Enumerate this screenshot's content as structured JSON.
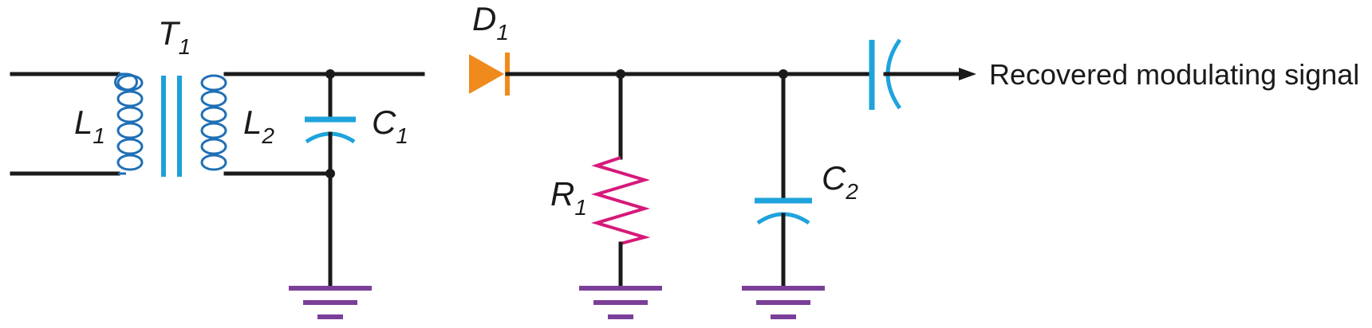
{
  "labels": {
    "t1": {
      "main": "T",
      "sub": "1"
    },
    "l1": {
      "main": "L",
      "sub": "1"
    },
    "l2": {
      "main": "L",
      "sub": "2"
    },
    "c1": {
      "main": "C",
      "sub": "1"
    },
    "d1": {
      "main": "D",
      "sub": "1"
    },
    "r1": {
      "main": "R",
      "sub": "1"
    },
    "c2": {
      "main": "C",
      "sub": "2"
    }
  },
  "output_label": "Recovered modulating signal",
  "colors": {
    "wire": "#1a1a1a",
    "transformer_coil": "#1f6fb5",
    "capacitor": "#1fa3dc",
    "resistor": "#d6197a",
    "diode": "#f08a1c",
    "ground": "#7a3f98"
  }
}
